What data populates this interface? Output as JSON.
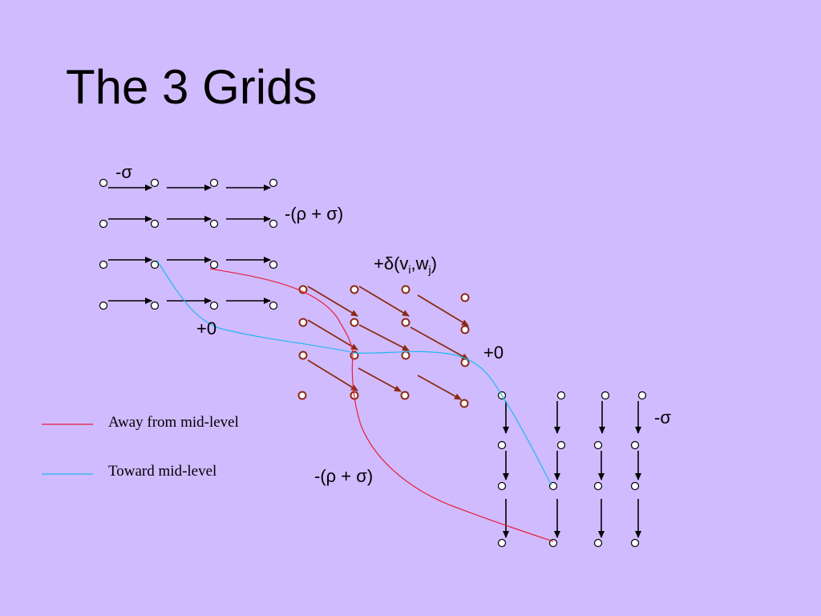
{
  "slide": {
    "title": "The 3 Grids"
  },
  "labels": {
    "top_grid_first_row": "-σ",
    "top_grid_rows": "-(ρ + σ)",
    "middle_grid_main": "+δ(v",
    "middle_grid_sub_i": "i",
    "middle_grid_comma": ",w",
    "middle_grid_sub_j": "j",
    "middle_grid_close": ")",
    "top_to_middle": "+0",
    "middle_to_bottom": "+0",
    "bottom_grid_first_col": "-σ",
    "bottom_grid_cols": "-(ρ + σ)"
  },
  "legend": {
    "items": [
      {
        "label": "Away from mid-level",
        "color": "#e8203a"
      },
      {
        "label": "Toward mid-level",
        "color": "#22b8ee"
      }
    ]
  },
  "colors": {
    "background": "#d0bbff",
    "arrow_black": "#000000",
    "arrow_brown": "#8b2a12",
    "node_brown": "#8b2a12"
  }
}
